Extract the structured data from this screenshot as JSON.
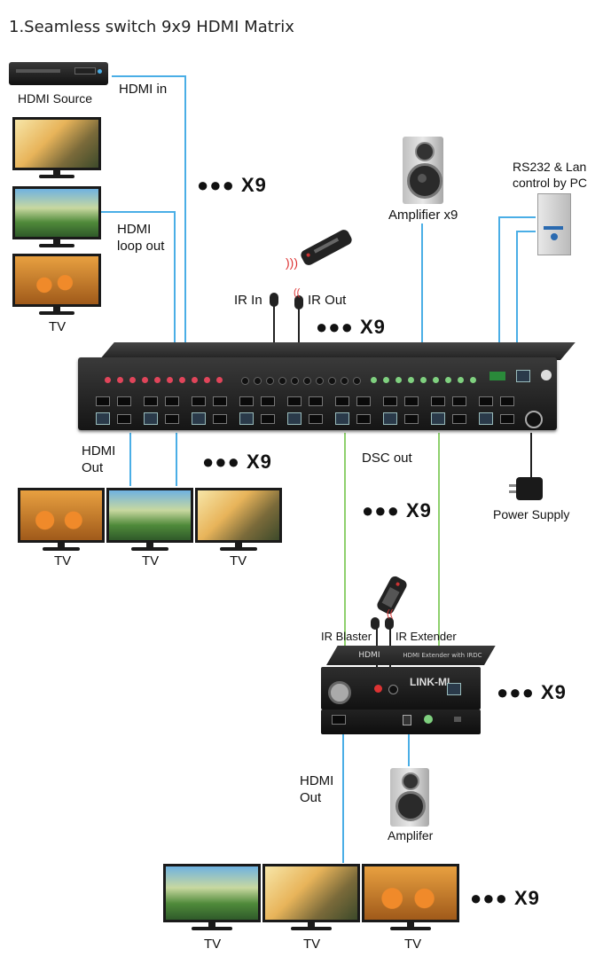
{
  "title": "1.Seamless switch 9x9 HDMI Matrix",
  "labels": {
    "hdmi_source": "HDMI Source",
    "hdmi_in": "HDMI in",
    "hdmi_loop_out": "HDMI\nloop out",
    "tv": "TV",
    "ir_in": "IR In",
    "ir_out": "IR Out",
    "amplifier_x9": "Amplifier x9",
    "rs232_lan": "RS232 & Lan\ncontrol by PC",
    "hdmi_out_top": "HDMI\nOut",
    "dsc_out": "DSC out",
    "power_supply": "Power Supply",
    "ir_blaster": "IR Blaster",
    "ir_extender": "IR Extender",
    "hdmi_out_bottom": "HDMI\nOut",
    "amplifier": "Amplifer",
    "multiplier": "X9"
  },
  "device": {
    "receiver_brand": "LINK-MI",
    "receiver_model": "HDMI Extender with IRDC",
    "receiver_logo": "HDMI"
  },
  "colors": {
    "blue_wire": "#4aaee6",
    "green_wire": "#8fd06e",
    "red_jack": "#e0455a",
    "green_jack": "#7fd07f"
  }
}
